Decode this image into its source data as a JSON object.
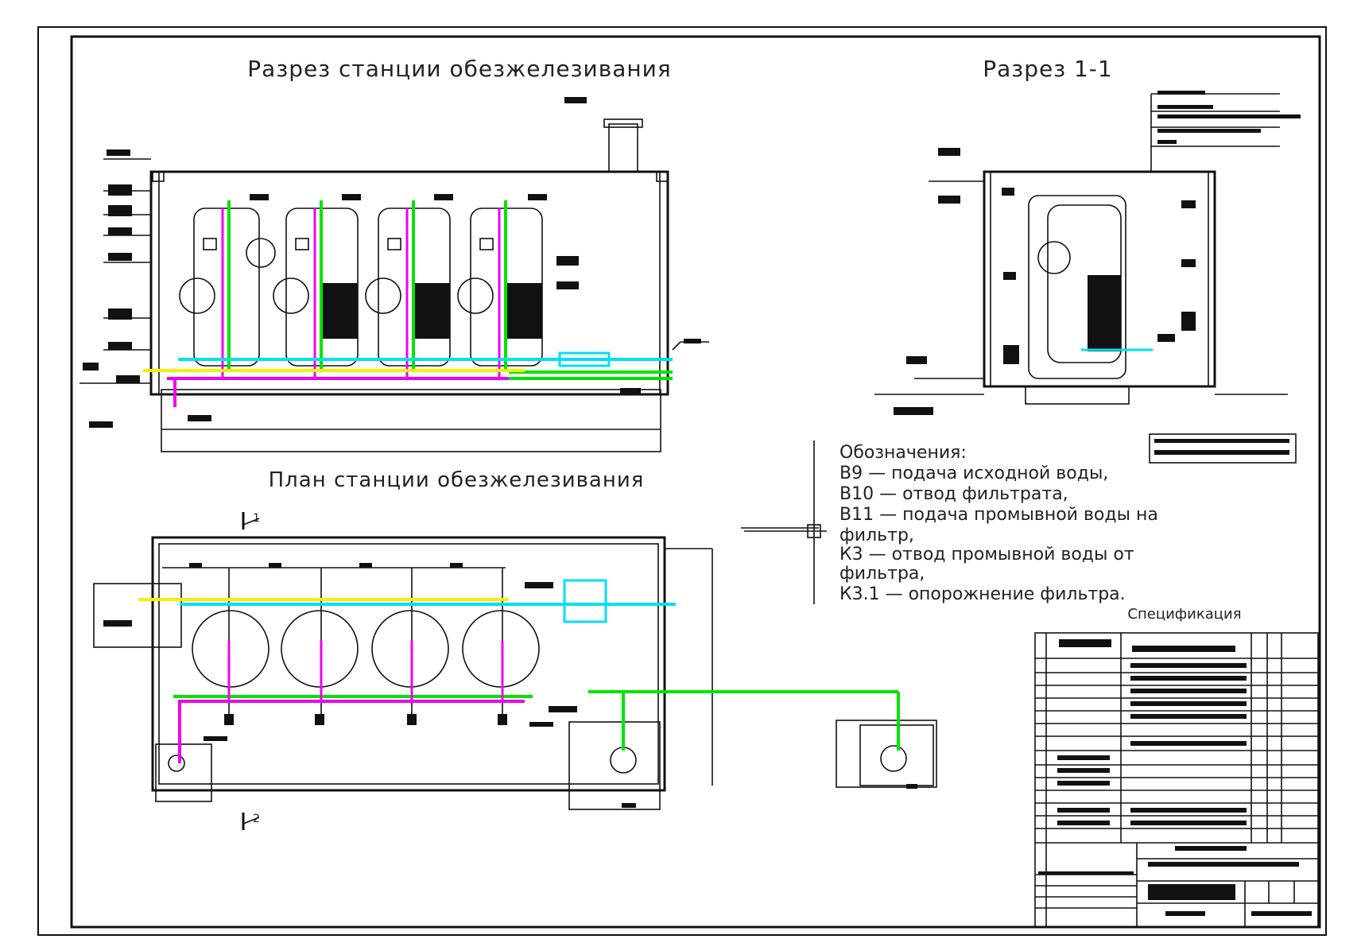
{
  "titles": {
    "section": "Разрез станции обезжелезивания",
    "section_1_1": "Разрез 1-1",
    "plan": "План станции обезжелезивания",
    "spec": "Спецификация"
  },
  "section_marks": {
    "top": "1",
    "bottom": "2"
  },
  "legend": {
    "heading": "Обозначения:",
    "lines": [
      "В9 — подача исходной воды,",
      "В10 — отвод фильтрата,",
      "В11 — подача промывной воды на",
      "фильтр,",
      "К3 — отвод промывной воды от",
      "фильтра,",
      "К3.1 — опорожнение фильтра."
    ]
  },
  "colors": {
    "frame": "#111111",
    "pipe_green": "#00e400",
    "pipe_magenta": "#f000f0",
    "pipe_cyan": "#00e0f0",
    "pipe_yellow": "#f2f200",
    "media_black": "#111111"
  }
}
